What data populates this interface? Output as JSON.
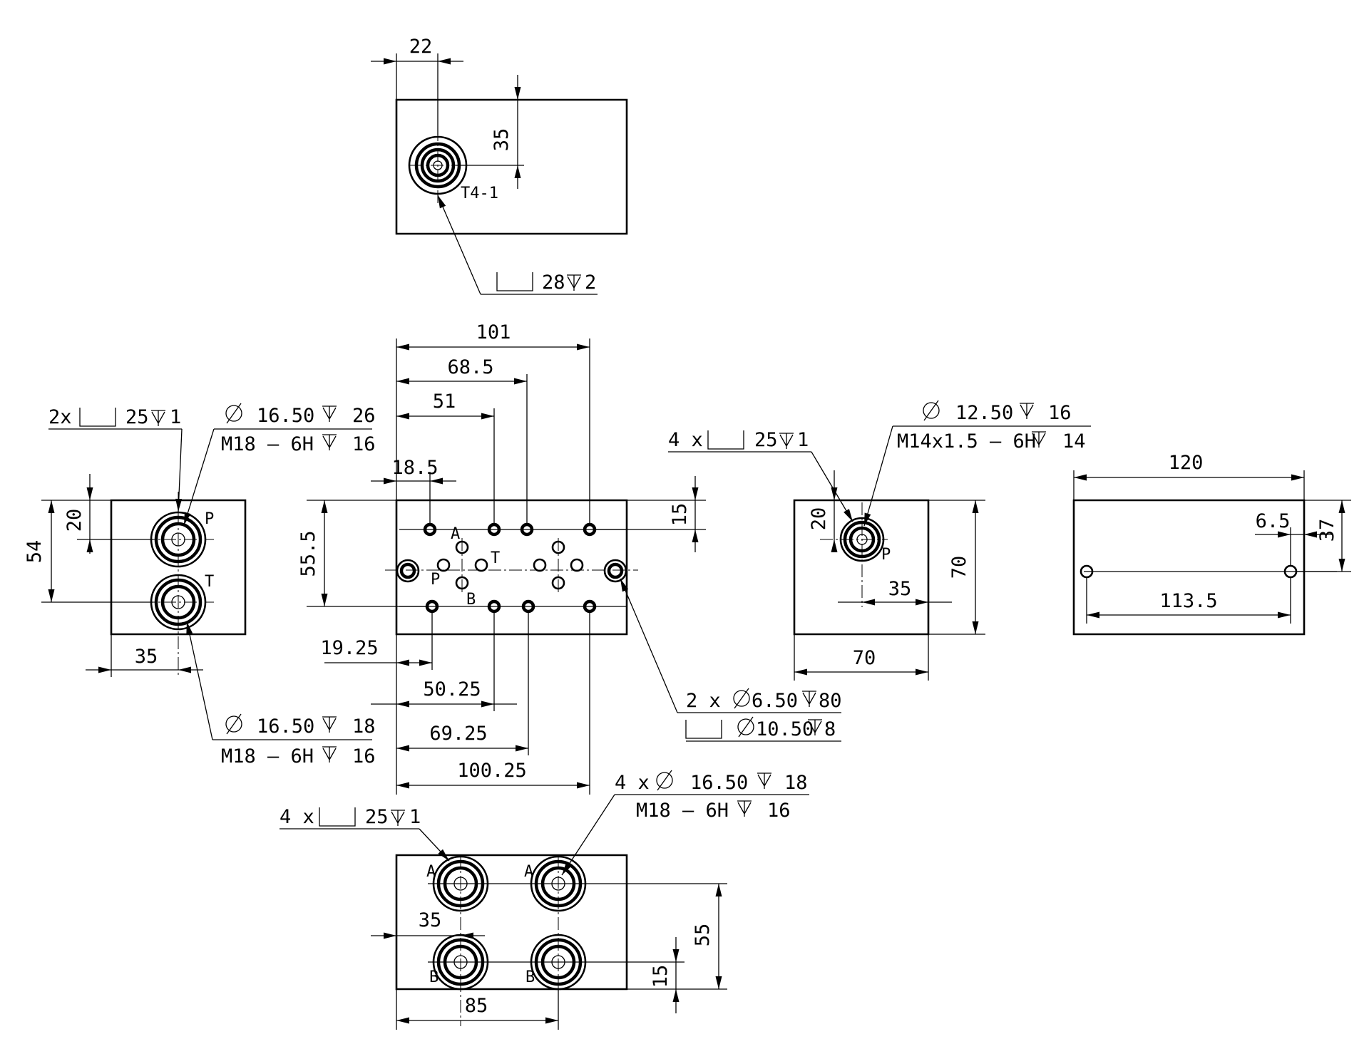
{
  "top": {
    "dim_22": "22",
    "dim_35": "35",
    "port": "T4-1",
    "cb_depth": "28",
    "cb_num": "2"
  },
  "front": {
    "dim_101": "101",
    "dim_68_5": "68.5",
    "dim_51": "51",
    "dim_18_5": "18.5",
    "dim_15": "15",
    "dim_55_5": "55.5",
    "dim_19_25": "19.25",
    "dim_50_25": "50.25",
    "dim_69_25": "69.25",
    "dim_100_25": "100.25",
    "label_A": "A",
    "label_T": "T",
    "label_P": "P",
    "label_B": "B",
    "callout_1": "2 x",
    "callout_1_dia": "6.50",
    "callout_1_depth": "80",
    "callout_2_dia": "10.50",
    "callout_2_depth": "8"
  },
  "left": {
    "cb_prefix": "2x",
    "cb_dia": "25",
    "cb_depth": "1",
    "port_top_dia": "16.50",
    "port_top_depth": "26",
    "port_top_thread": "M18 – 6H",
    "port_top_thread_depth": "16",
    "dim_20": "20",
    "dim_54": "54",
    "dim_35": "35",
    "label_P": "P",
    "label_T": "T",
    "port_bottom_dia": "16.50",
    "port_bottom_depth": "18",
    "port_bottom_thread": "M18 – 6H",
    "port_bottom_thread_depth": "16"
  },
  "right1": {
    "cb_prefix": "4 x",
    "cb_dia": "25",
    "cb_depth": "1",
    "port_dia": "12.50",
    "port_depth": "16",
    "port_thread": "M14x1.5 – 6H",
    "port_thread_depth": "14",
    "dim_20": "20",
    "dim_35": "35",
    "dim_70_v": "70",
    "dim_70_h": "70",
    "label_P": "P"
  },
  "right2": {
    "dim_120": "120",
    "dim_6_5": "6.5",
    "dim_37": "37",
    "dim_113_5": "113.5"
  },
  "bottom": {
    "cb_prefix": "4 x",
    "cb_dia": "25",
    "cb_depth": "1",
    "port_prefix": "4 x",
    "port_dia": "16.50",
    "port_depth": "18",
    "port_thread": "M18 – 6H",
    "port_thread_depth": "16",
    "dim_35": "35",
    "dim_55": "55",
    "dim_15": "15",
    "dim_85": "85",
    "label_A": "A",
    "label_B": "B"
  }
}
